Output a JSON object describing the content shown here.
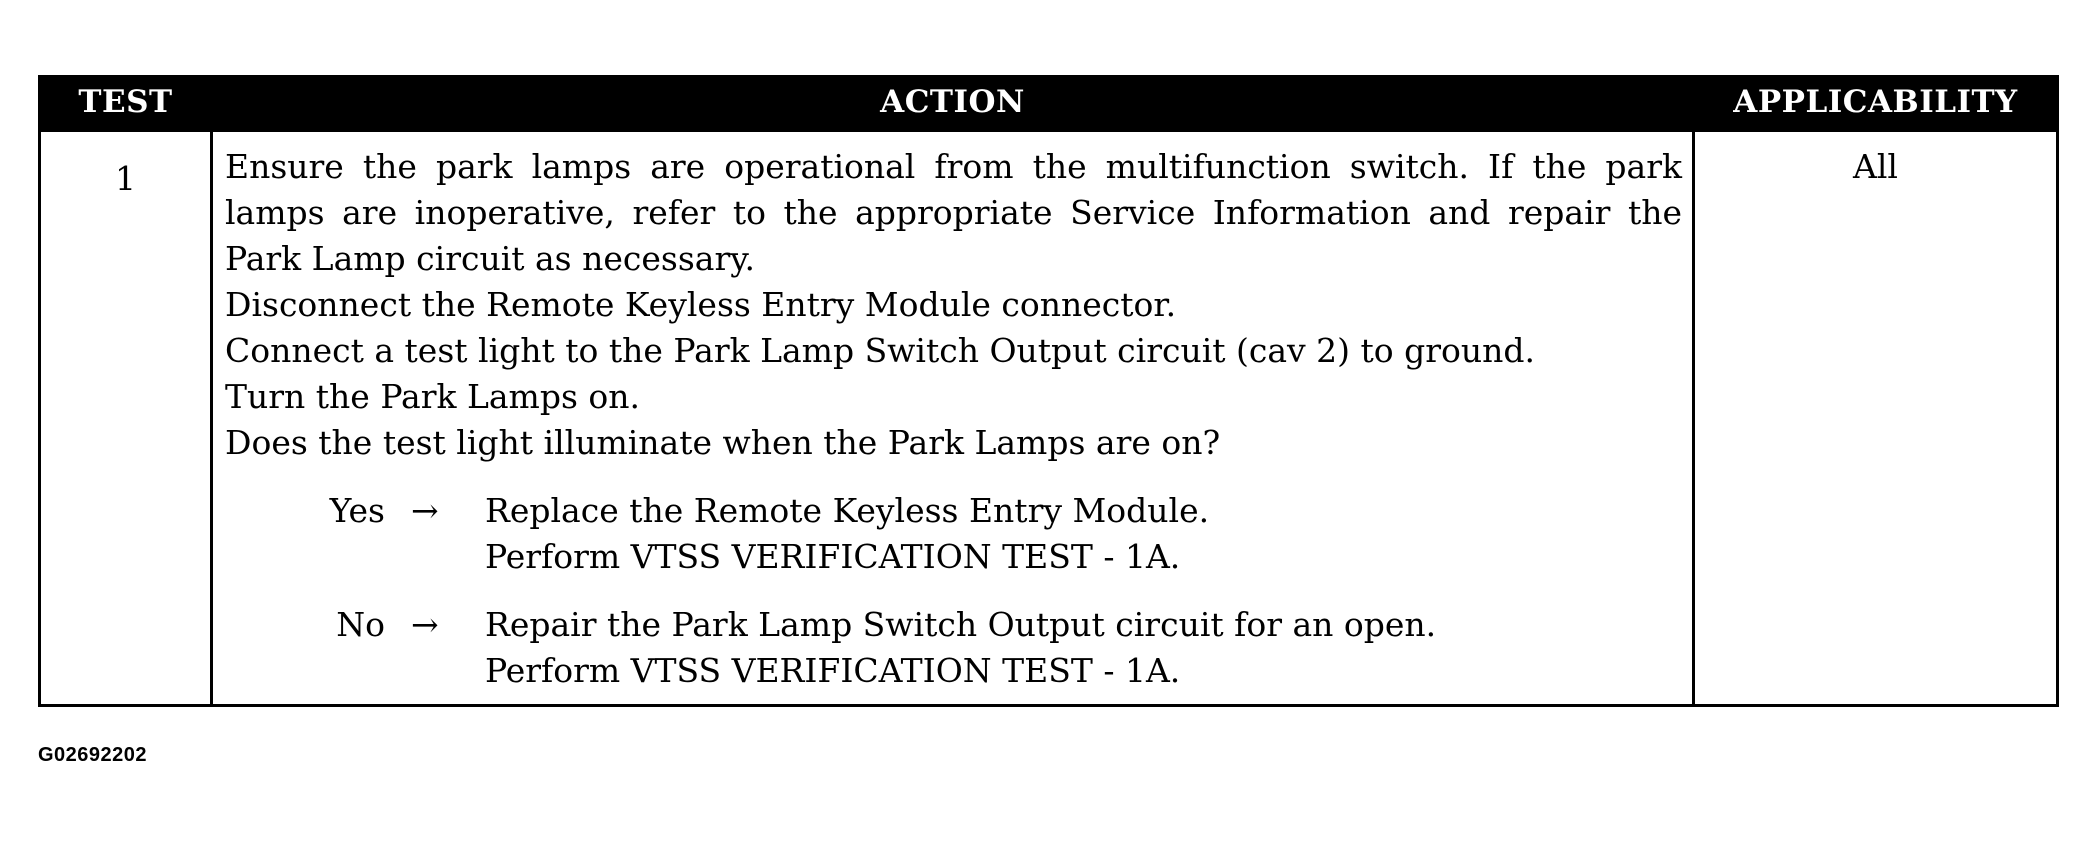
{
  "table": {
    "headers": {
      "test": "TEST",
      "action": "ACTION",
      "applicability": "APPLICABILITY"
    },
    "rows": [
      {
        "test": "1",
        "applicability": "All",
        "action_lines": [
          "Ensure the park lamps are operational from the multifunction switch. If the park lamps are inoperative, refer to the appropriate Service Information and repair the Park Lamp circuit as necessary.",
          "Disconnect the Remote Keyless Entry Module connector.",
          "Connect a test light to the Park Lamp Switch Output circuit (cav 2) to ground.",
          "Turn the Park Lamps on.",
          "Does the test light illuminate when the Park Lamps are on?"
        ],
        "outcomes": [
          {
            "label": "Yes",
            "arrow": "→",
            "lines": [
              "Replace the Remote Keyless Entry Module.",
              "Perform VTSS VERIFICATION TEST - 1A."
            ]
          },
          {
            "label": "No",
            "arrow": "→",
            "lines": [
              "Repair the Park Lamp Switch Output circuit for an open.",
              "Perform VTSS VERIFICATION TEST - 1A."
            ]
          }
        ]
      }
    ]
  },
  "figure_id": "G02692202"
}
